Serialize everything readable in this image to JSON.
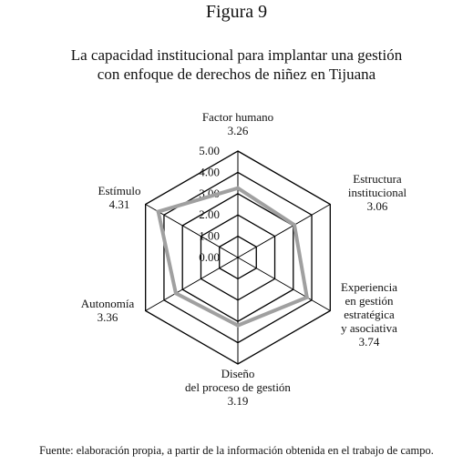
{
  "figure": {
    "label": "Figura 9"
  },
  "title_lines": [
    "La capacidad institucional para implantar una gestión",
    "con enfoque de derechos de niñez en Tijuana"
  ],
  "source_note": "Fuente: elaboración propia, a partir de la información obtenida en el trabajo de campo.",
  "chart_data": {
    "type": "radar",
    "axis_range": [
      0,
      5
    ],
    "grid": true,
    "tick_labels": [
      "0.00",
      "1.00",
      "2.00",
      "3.00",
      "4.00",
      "5.00"
    ],
    "axes": [
      {
        "label_lines": [
          "Factor humano"
        ],
        "value_text": "3.26",
        "value": 3.26
      },
      {
        "label_lines": [
          "Estructura",
          "institucional"
        ],
        "value_text": "3.06",
        "value": 3.06
      },
      {
        "label_lines": [
          "Experiencia",
          "en gestión",
          "estratégica",
          "y asociativa"
        ],
        "value_text": "3.74",
        "value": 3.74
      },
      {
        "label_lines": [
          "Diseño",
          "del proceso de gestión"
        ],
        "value_text": "3.19",
        "value": 3.19
      },
      {
        "label_lines": [
          "Autonomía"
        ],
        "value_text": "3.36",
        "value": 3.36
      },
      {
        "label_lines": [
          "Estímulo"
        ],
        "value_text": "4.31",
        "value": 4.31
      }
    ],
    "series_color": "#a0a0a0",
    "grid_color": "#000000"
  }
}
